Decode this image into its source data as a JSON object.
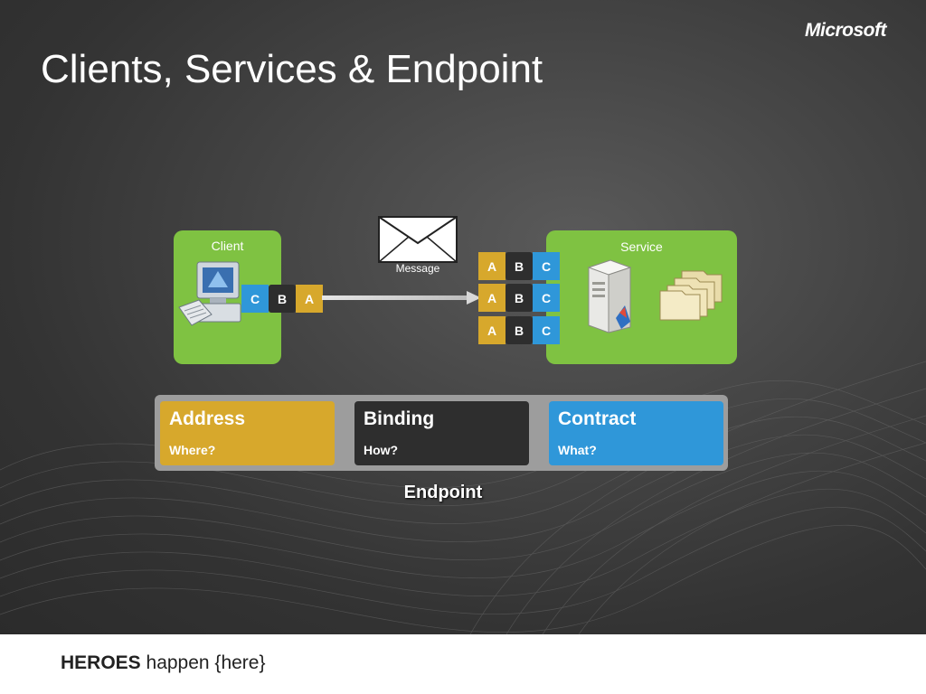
{
  "title": "Clients, Services & Endpoint",
  "brand": "Microsoft",
  "client": {
    "label": "Client",
    "chips": [
      "C",
      "B",
      "A"
    ]
  },
  "message": {
    "label": "Message"
  },
  "service": {
    "label": "Service",
    "endpoints": [
      {
        "a": "A",
        "b": "B",
        "c": "C"
      },
      {
        "a": "A",
        "b": "B",
        "c": "C"
      },
      {
        "a": "A",
        "b": "B",
        "c": "C"
      }
    ]
  },
  "abc": [
    {
      "heading": "Address",
      "sub": "Where?",
      "color": "#d7a82c"
    },
    {
      "heading": "Binding",
      "sub": "How?",
      "color": "#2e2e2e"
    },
    {
      "heading": "Contract",
      "sub": "What?",
      "color": "#2f97d9"
    }
  ],
  "endpoint_label": "Endpoint",
  "footer": {
    "bold": "HEROES",
    "rest": " happen {here}"
  }
}
